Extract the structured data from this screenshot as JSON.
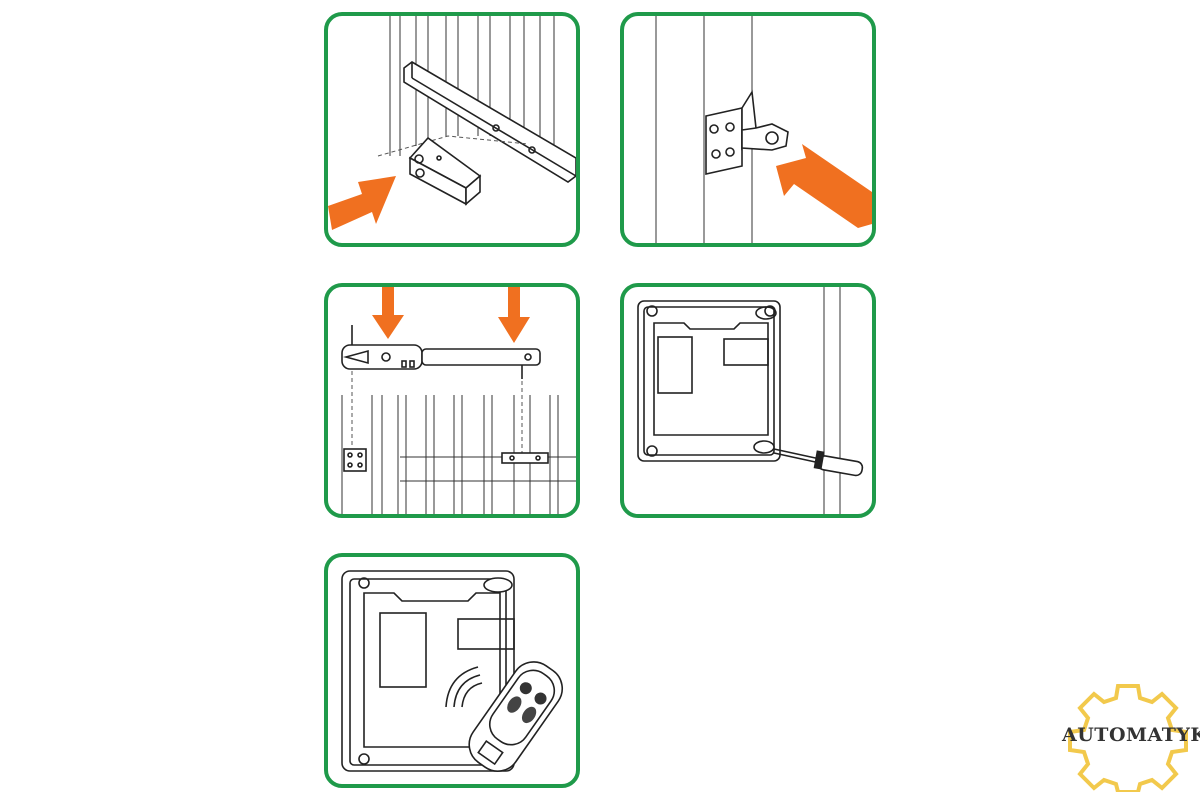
{
  "brand": {
    "name": "AUTOMATYKA",
    "text_color": "#333333",
    "gear_color": "#f2c94c"
  },
  "colors": {
    "panel_border": "#1f9a4a",
    "arrow": "#f07020",
    "line": "#222222"
  },
  "steps": [
    {
      "id": "step-1",
      "icons": [
        "gate-bracket-mount",
        "orange-arrow"
      ]
    },
    {
      "id": "step-2",
      "icons": [
        "post-bracket-mount",
        "orange-arrow"
      ]
    },
    {
      "id": "step-3",
      "icons": [
        "motor-arm-mount",
        "orange-arrow",
        "orange-arrow"
      ]
    },
    {
      "id": "step-4",
      "icons": [
        "control-box-mount",
        "screwdriver"
      ]
    },
    {
      "id": "step-5",
      "icons": [
        "control-box",
        "remote-control",
        "signal-waves"
      ]
    }
  ]
}
